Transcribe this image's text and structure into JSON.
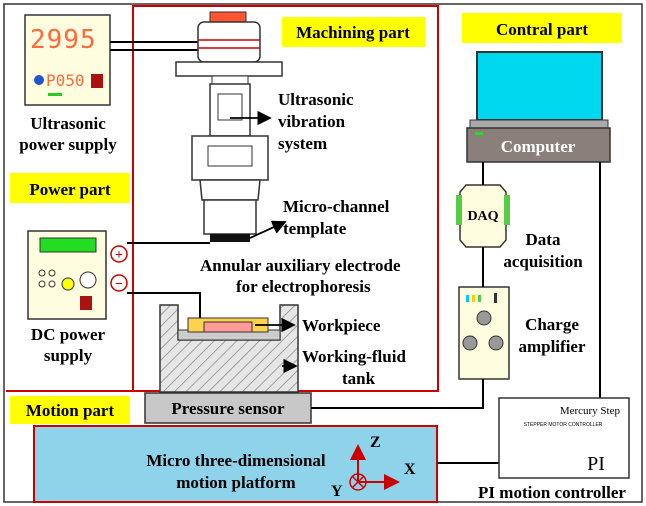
{
  "sections": {
    "machining": "Machining part",
    "control": "Contral part",
    "power": "Power part",
    "motion": "Motion part"
  },
  "ultrasonic_supply": {
    "display": "2995",
    "display2": "P050",
    "label_line1": "Ultrasonic",
    "label_line2": "power supply"
  },
  "dc_supply": {
    "plus": "+",
    "minus": "−",
    "label_line1": "DC power",
    "label_line2": "supply"
  },
  "machining_labels": {
    "vibration_1": "Ultrasonic",
    "vibration_2": "vibration",
    "vibration_3": "system",
    "template_1": "Micro-channel",
    "template_2": "template",
    "electrode_1": "Annular auxiliary electrode",
    "electrode_2": "for electrophoresis",
    "workpiece": "Workpiece",
    "tank_1": "Working-fluid",
    "tank_2": "tank",
    "pressure_sensor": "Pressure sensor"
  },
  "control": {
    "computer": "Computer",
    "daq": "DAQ",
    "daq_label_1": "Data",
    "daq_label_2": "acquisition",
    "charge_1": "Charge",
    "charge_2": "amplifier",
    "pi_brand": "Mercury Step",
    "pi_sub": "STEPPER MOTOR CONTROLLER",
    "pi_logo": "PI",
    "pi_label": "PI motion controller"
  },
  "motion": {
    "platform_1": "Micro three-dimensional",
    "platform_2": "motion platform",
    "axis_z": "Z",
    "axis_x": "X",
    "axis_y": "Y"
  },
  "colors": {
    "section_bg": "#ffff00",
    "frame": "#cc0000",
    "platform": "#8ed3ea",
    "screen": "#00d8f0",
    "lcd": "#22dd22",
    "gray": "#c8c8c8",
    "dark_gray": "#8a7f7a"
  }
}
